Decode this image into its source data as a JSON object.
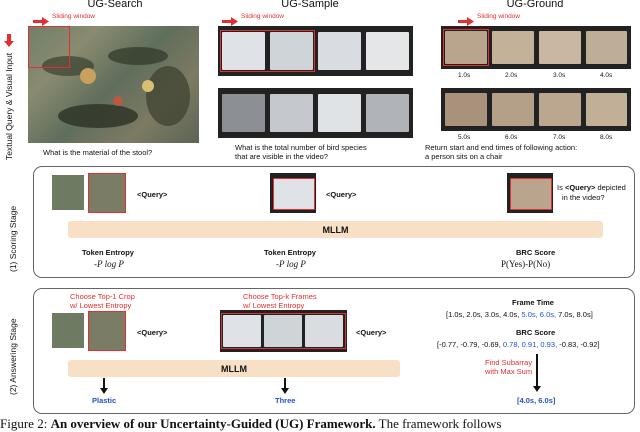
{
  "columns": {
    "search": {
      "title": "UG-Search",
      "sliding": "Sliding window",
      "question": "What is the material of the stool?"
    },
    "sample": {
      "title": "UG-Sample",
      "sliding": "Sliding window",
      "question_line1": "What is the total number of bird species",
      "question_line2": "that are visible in the video?"
    },
    "ground": {
      "title": "UG-Ground",
      "sliding": "Sliding window",
      "question_line1": "Return start and end times of following action:",
      "question_line2": "a person sits on a chair",
      "times_row1": [
        "1.0s",
        "2.0s",
        "3.0s",
        "4.0s"
      ],
      "times_row2": [
        "5.0s",
        "6.0s",
        "7.0s",
        "8.0s"
      ]
    }
  },
  "side_labels": {
    "input": "Textual Query & Visual Input",
    "scoring": "(1) Scoring Stage",
    "answering": "(2) Answering Stage"
  },
  "scoring": {
    "query": "<Query>",
    "is_query_prefix": "Is",
    "is_query_token": "<Query>",
    "is_query_suffix": "depicted",
    "is_query_line2": "in the video?",
    "mllm": "MLLM",
    "entropy_title_1": "Token Entropy",
    "entropy_formula_1": "-P log P",
    "entropy_title_2": "Token Entropy",
    "entropy_formula_2": "-P log P",
    "brc_title": "BRC Score",
    "brc_formula": "P(Yes)-P(No)"
  },
  "answering": {
    "crop_line1": "Choose Top-1 Crop",
    "crop_line2": "w/ Lowest Entropy",
    "frames_line1": "Choose Top-k Frames",
    "frames_line2": "w/ Lowest Entropy",
    "query": "<Query>",
    "mllm": "MLLM",
    "answer_1": "Plastic",
    "answer_2": "Three",
    "frame_time_title": "Frame Time",
    "frame_time_pre": "[1.0s, 2.0s, 3.0s, 4.0s,",
    "frame_time_hi": "5.0s, 6.0s,",
    "frame_time_post": "7.0s, 8.0s]",
    "brc_title": "BRC Score",
    "brc_pre": "[-0.77, -0.79, -0.69,",
    "brc_hi": "0.78, 0.91, 0.93,",
    "brc_post": "-0.83, -0.92]",
    "subarray_line1": "Find Subarray",
    "subarray_line2": "with Max Sum",
    "result": "[4.0s, 6.0s]"
  },
  "caption": {
    "prefix": "Figure 2:",
    "bold": "An overview of our Uncertainty-Guided (UG) Framework.",
    "rest": "The framework follows"
  },
  "colors": {
    "accent_red": "#e23030",
    "mllm_fill": "#f8e0c6",
    "answer_blue": "#2050d0"
  }
}
